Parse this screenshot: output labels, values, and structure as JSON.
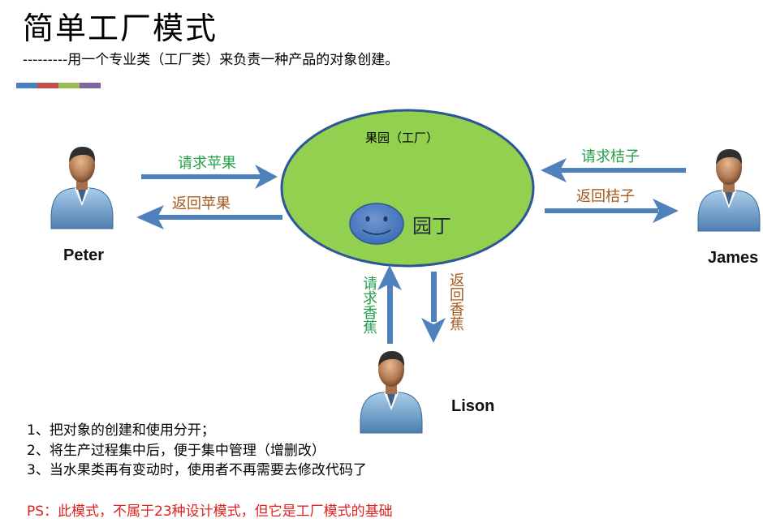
{
  "title": "简单工厂模式",
  "subtitle": "---------用一个专业类（工厂类）来负责一种产品的对象创建。",
  "accent_colors": [
    "#4a7fc1",
    "#c0504d",
    "#9bbb59",
    "#8064a2"
  ],
  "factory": {
    "label": "果园（工厂）",
    "worker_label": "园丁",
    "fill_color": "#92d050",
    "border_color": "#2e5597"
  },
  "people": [
    {
      "name": "Peter"
    },
    {
      "name": "James"
    },
    {
      "name": "Lison"
    }
  ],
  "arrows": {
    "peter_request": "请求苹果",
    "peter_return": "返回苹果",
    "james_request": "请求桔子",
    "james_return": "返回桔子",
    "lison_request": "请求香蕉",
    "lison_return": "返回香蕉"
  },
  "notes": [
    "1、把对象的创建和使用分开；",
    "2、将生产过程集中后，便于集中管理（增删改）",
    "3、当水果类再有变动时，使用者不再需要去修改代码了"
  ],
  "ps": "PS：此模式，不属于23种设计模式，但它是工厂模式的基础",
  "icons": [
    "person-icon",
    "smiley-face-icon"
  ],
  "colors": {
    "arrow": "#4f81bd",
    "request_text": "#22a04a",
    "return_text": "#a55a1e",
    "ps_text": "#e02020"
  }
}
